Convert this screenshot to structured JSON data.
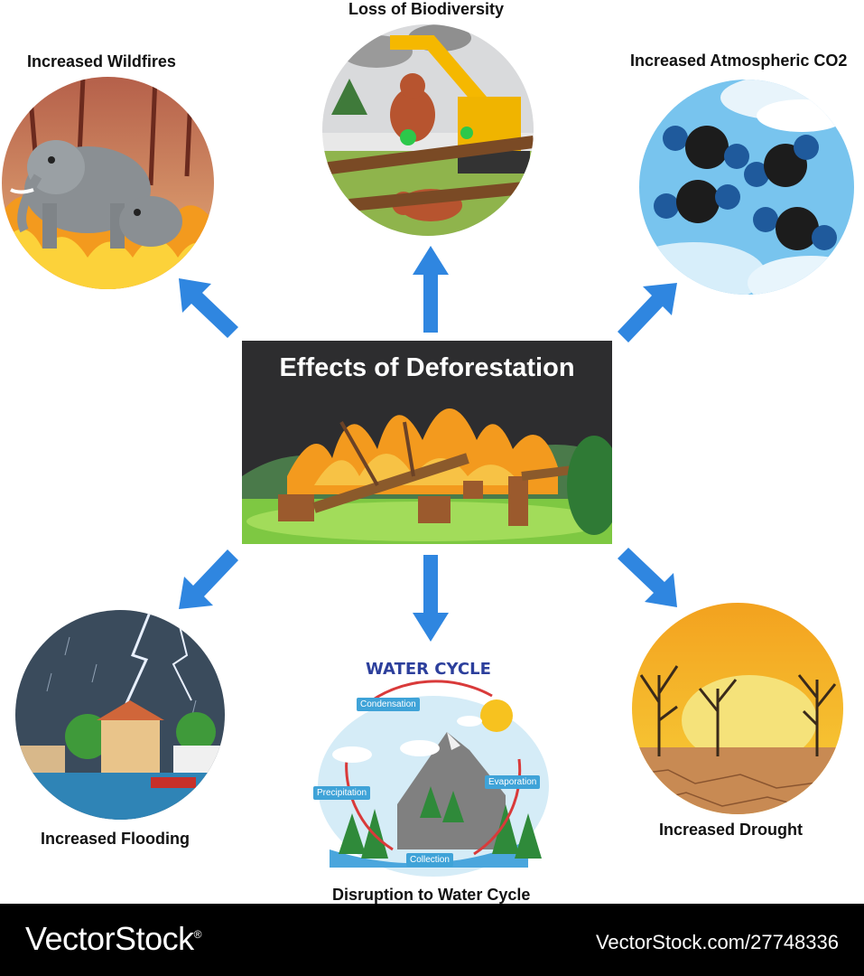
{
  "center": {
    "title": "Effects of Deforestation"
  },
  "effects": {
    "wildfires": "Increased Wildfires",
    "biodiversity": "Loss of Biodiversity",
    "co2": "Increased Atmospheric CO2",
    "flooding": "Increased Flooding",
    "water_cycle": "Disruption to Water Cycle",
    "drought": "Increased Drought"
  },
  "water_cycle_diagram": {
    "title": "WATER CYCLE",
    "stages": {
      "condensation": "Condensation",
      "precipitation": "Precipitation",
      "evaporation": "Evaporation",
      "collection": "Collection"
    }
  },
  "footer": {
    "brand": "VectorStock",
    "registered": "®",
    "url_id": "VectorStock.com/27748336"
  },
  "colors": {
    "arrow_blue": "#2f86e0",
    "panel_bg": "#2d2d2f",
    "footer_bg": "#000000"
  }
}
